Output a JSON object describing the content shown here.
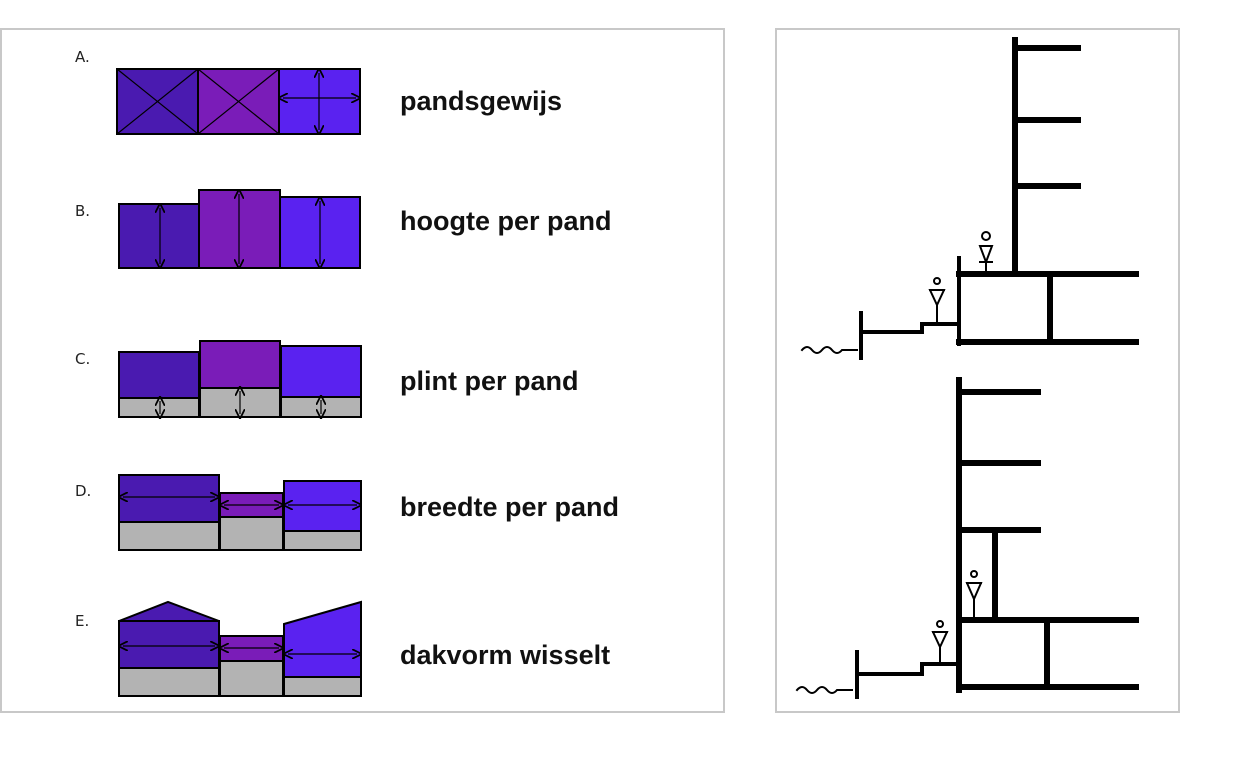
{
  "colors": {
    "block_a": "#4a1ab0",
    "block_b": "#7a1cb8",
    "block_c": "#5a22f0",
    "plinth": "#b3b3b3",
    "line": "#000000",
    "panel_border": "#c8c8c8"
  },
  "rows": [
    {
      "letter": "A.",
      "caption": "pandsgewijs"
    },
    {
      "letter": "B.",
      "caption": "hoogte per pand"
    },
    {
      "letter": "C.",
      "caption": "plint per pand"
    },
    {
      "letter": "D.",
      "caption": "breedte per pand"
    },
    {
      "letter": "E.",
      "caption": "dakvorm wisselt"
    }
  ]
}
